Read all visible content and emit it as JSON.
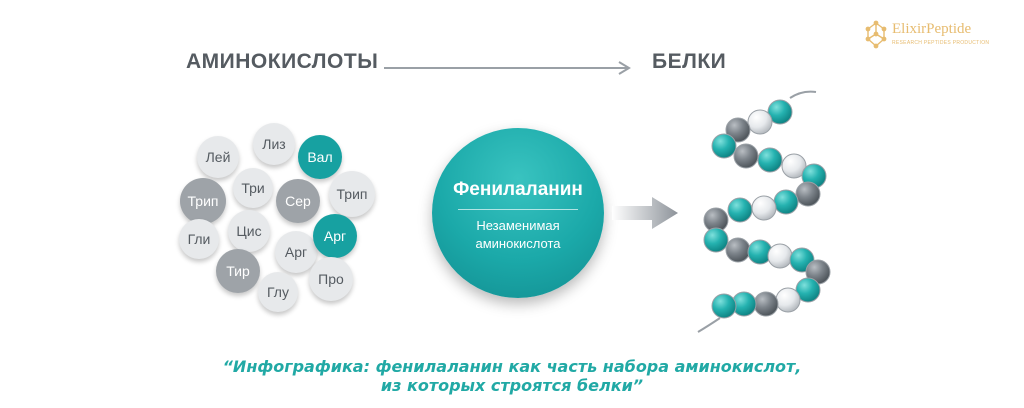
{
  "header": {
    "left_label": "АМИНОКИСЛОТЫ",
    "right_label": "БЕЛКИ"
  },
  "logo": {
    "name": "ElixirPeptide",
    "tagline": "RESEARCH PEPTIDES PRODUCTION",
    "color": "#e7bc70"
  },
  "amino_acids": [
    {
      "label": "Лей",
      "style": "light"
    },
    {
      "label": "Лиз",
      "style": "light"
    },
    {
      "label": "Вал",
      "style": "teal"
    },
    {
      "label": "Трип",
      "style": "dark"
    },
    {
      "label": "Три",
      "style": "light"
    },
    {
      "label": "Сер",
      "style": "dark"
    },
    {
      "label": "Трип",
      "style": "light"
    },
    {
      "label": "Гли",
      "style": "light"
    },
    {
      "label": "Цис",
      "style": "light"
    },
    {
      "label": "Арг",
      "style": "light"
    },
    {
      "label": "Арг",
      "style": "teal"
    },
    {
      "label": "Тир",
      "style": "dark"
    },
    {
      "label": "Про",
      "style": "light"
    },
    {
      "label": "Глу",
      "style": "light"
    }
  ],
  "center": {
    "title": "Фенилаланин",
    "subtitle_line1": "Незаменимая",
    "subtitle_line2": "аминокислота"
  },
  "caption": {
    "line1": "“Инфографика: фенилаланин как часть набора аминокислот,",
    "line2": "из которых строятся белки”"
  },
  "colors": {
    "teal": "#17a1a1",
    "gray_dark": "#9ea3a8",
    "gray_light": "#e7e9eb",
    "text_gray": "#555b61",
    "caption": "#21a9a5"
  }
}
